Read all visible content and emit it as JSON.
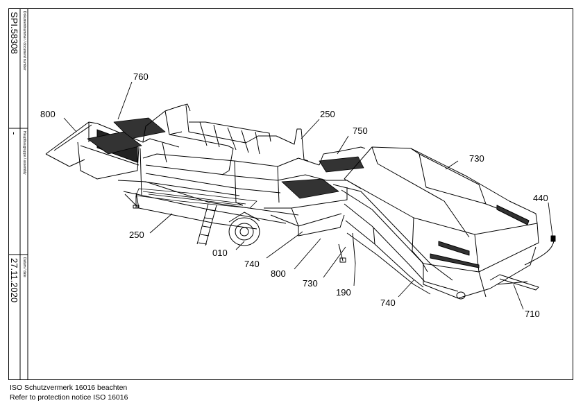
{
  "title_block": {
    "document_number_label": "Dokumentnummer / document number",
    "document_number": "SPI.58308",
    "assembly_label": "Hauptbaugruppe / assembly",
    "assembly": "-",
    "date_label": "Datum / date",
    "date": "27.11.2020"
  },
  "callouts": [
    "760",
    "800",
    "250",
    "750",
    "730",
    "440",
    "250",
    "010",
    "740",
    "800",
    "730",
    "190",
    "740",
    "710"
  ],
  "notice": {
    "line1": "ISO Schutzvermerk 16016 beachten",
    "line2": "Refer to protection notice ISO 16016"
  }
}
